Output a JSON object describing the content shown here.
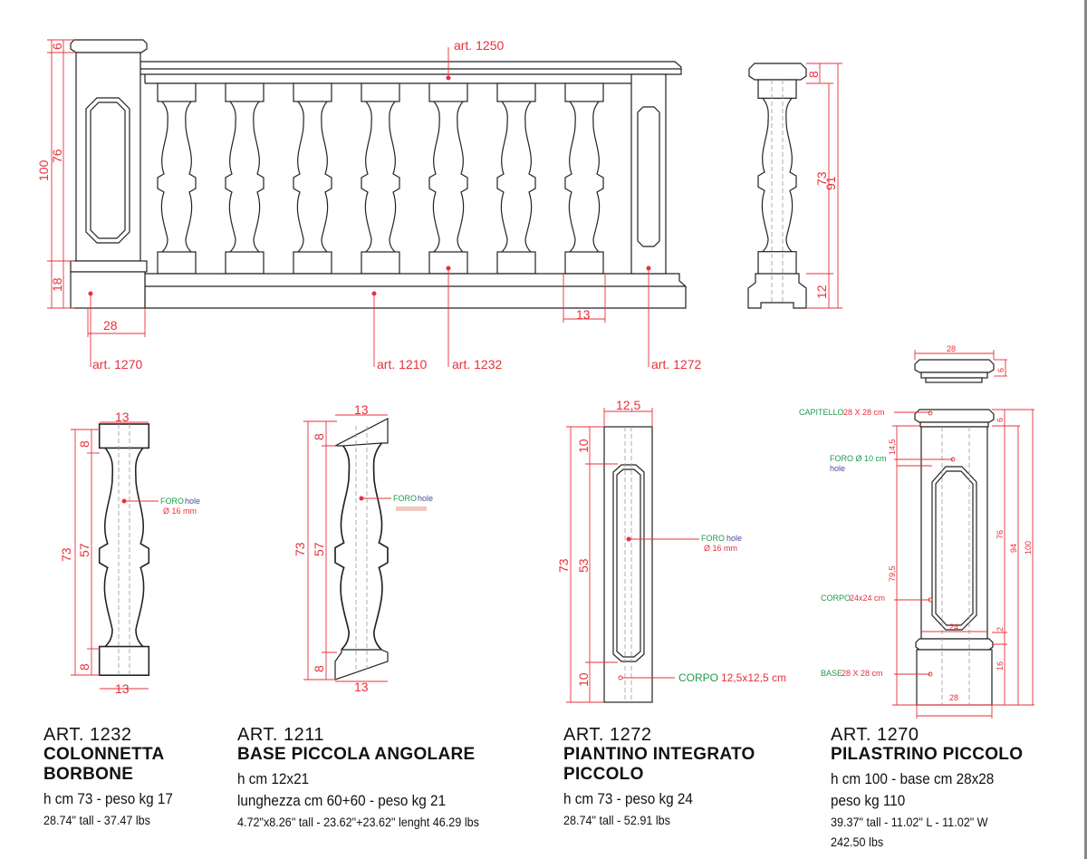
{
  "top_elevation": {
    "labels": {
      "rail": "art. 1250",
      "pillar": "art. 1270",
      "base_rail": "art. 1210",
      "baluster": "art. 1232",
      "end_post": "art. 1272"
    },
    "dims": {
      "cap": "6",
      "shaft": "76",
      "total": "100",
      "base": "18",
      "width": "28",
      "spacing": "13"
    }
  },
  "side_view": {
    "dims": {
      "cap": "8",
      "body": "73",
      "total": "91",
      "base": "12"
    }
  },
  "detail_1232": {
    "dims": {
      "top_width": "13",
      "top": "8",
      "total": "73",
      "middle": "57",
      "bottom": "8",
      "bottom_width": "13"
    },
    "hole": {
      "foro": "FORO",
      "hole": "hole",
      "diameter": "Ø 16 mm"
    }
  },
  "detail_1211": {
    "dims": {
      "top_width": "13",
      "top": "8",
      "total": "73",
      "middle": "57",
      "bottom": "8",
      "bottom_width": "13"
    },
    "hole": {
      "foro": "FORO",
      "hole": "hole"
    }
  },
  "detail_1272": {
    "dims": {
      "width": "12,5",
      "top": "10",
      "total": "73",
      "middle": "53",
      "bottom": "10"
    },
    "hole": {
      "foro": "FORO",
      "hole": "hole",
      "diameter": "Ø 16 mm"
    },
    "corpo": {
      "label": "CORPO",
      "size": "12,5x12,5 cm"
    }
  },
  "detail_1270": {
    "dims": {
      "cap_width": "28",
      "cap_height": "6",
      "top": "6",
      "foro_offset": "14,5",
      "body": "76",
      "height_94": "94",
      "total": "100",
      "lower": "79,5",
      "body_width": "24",
      "gap": "2",
      "base": "16",
      "base_width": "28"
    },
    "callouts": {
      "capitello": "CAPITELLO",
      "capitello_size": "28 X 28 cm",
      "foro": "FORO Ø 10 cm",
      "hole": "hole",
      "corpo": "CORPO",
      "corpo_size": "24x24 cm",
      "base": "BASE",
      "base_size": "28 X 28 cm"
    }
  },
  "products": [
    {
      "art": "ART. 1232",
      "title1": "COLONNETTA",
      "title2": "BORBONE",
      "spec": "h cm 73 - peso kg 17",
      "imperial": "28.74\" tall - 37.47 lbs"
    },
    {
      "art": "ART. 1211",
      "title1": "BASE PICCOLA ANGOLARE",
      "spec1": "h cm 12x21",
      "spec": "lunghezza cm 60+60 - peso kg 21",
      "imperial": "4.72\"x8.26\" tall - 23.62\"+23.62\" lenght 46.29 lbs"
    },
    {
      "art": "ART. 1272",
      "title1": "PIANTINO INTEGRATO",
      "title2": "PICCOLO",
      "spec": "h cm 73 - peso kg 24",
      "imperial": "28.74\" tall - 52.91 lbs"
    },
    {
      "art": "ART. 1270",
      "title1": "PILASTRINO PICCOLO",
      "spec1": "h cm 100 - base cm 28x28",
      "spec": "peso kg 110",
      "imperial": "39.37\" tall - 11.02\" L - 11.02\" W",
      "imperial2": "242.50 lbs"
    }
  ],
  "colors": {
    "dimension": "#e8303a",
    "callout_green": "#1f9a4a",
    "callout_blue": "#4a4aa8"
  }
}
